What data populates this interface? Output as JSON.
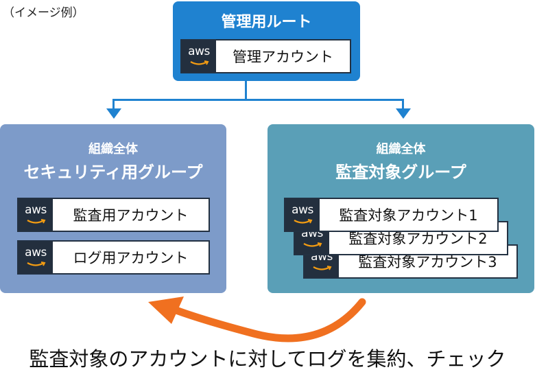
{
  "caption": "（イメージ例）",
  "root": {
    "title": "管理用ルート",
    "account": "管理アカウント"
  },
  "security_group": {
    "subtitle": "組織全体",
    "title": "セキュリティ用グループ",
    "accounts": [
      "監査用アカウント",
      "ログ用アカウント"
    ]
  },
  "audit_group": {
    "subtitle": "組織全体",
    "title": "監査対象グループ",
    "accounts": [
      "監査対象アカウント1",
      "監査対象アカウント2",
      "監査対象アカウント3"
    ]
  },
  "aws_logo_text": "aws",
  "bottom_caption": "監査対象のアカウントに対してログを集約、チェック",
  "colors": {
    "root_panel": "#1f82d0",
    "security_panel": "#7d9bc9",
    "audit_panel": "#5a9fb7",
    "aws_logo_bg": "#232f3e",
    "arrow_orange": "#f07020"
  }
}
